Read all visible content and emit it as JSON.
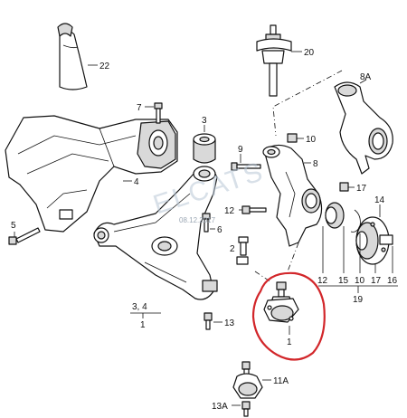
{
  "labels": {
    "p22": "22",
    "p20": "20",
    "p8A": "8A",
    "p7": "7",
    "p3": "3",
    "p10": "10",
    "p9": "9",
    "p8": "8",
    "p4": "4",
    "p17a": "17",
    "p14": "14",
    "p5": "5",
    "p12a": "12",
    "p6": "6",
    "p2": "2",
    "p12b": "12",
    "p15": "15",
    "p10b": "10",
    "p17b": "17",
    "p16": "16",
    "p19": "19",
    "p34": "3, 4",
    "p1a": "1",
    "p13": "13",
    "p1b": "1",
    "p11A": "11A",
    "p13A": "13A"
  },
  "watermark": {
    "brand": "ELCATS",
    "date": "08.12.2017"
  },
  "colors": {
    "ink": "#111111",
    "highlight": "#d2262a",
    "watermark": "#b9c7d6"
  }
}
